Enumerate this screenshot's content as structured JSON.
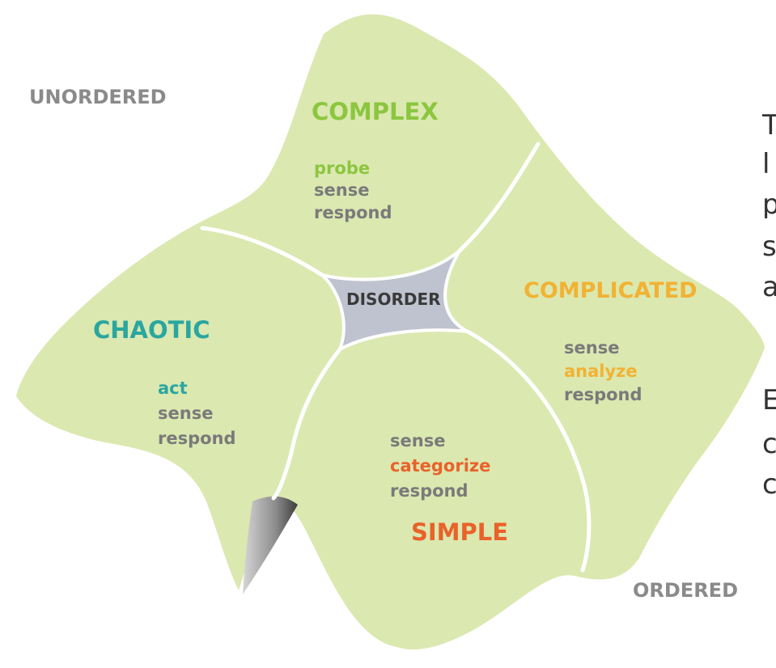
{
  "diagram": {
    "region_labels": {
      "unordered": "UNORDERED",
      "ordered": "ORDERED"
    },
    "domains": {
      "complex": {
        "title": "COMPLEX",
        "steps": [
          "probe",
          "sense",
          "respond"
        ]
      },
      "complicated": {
        "title": "COMPLICATED",
        "steps": [
          "sense",
          "analyze",
          "respond"
        ]
      },
      "chaotic": {
        "title": "CHAOTIC",
        "steps": [
          "act",
          "sense",
          "respond"
        ]
      },
      "simple": {
        "title": "SIMPLE",
        "steps": [
          "sense",
          "categorize",
          "respond"
        ]
      },
      "disorder": {
        "title": "DISORDER"
      }
    }
  },
  "side_text_fragments": [
    "T",
    "l",
    "p",
    "s",
    "a",
    "E",
    "c",
    "c"
  ],
  "colors": {
    "land": "#dbe8b0",
    "border": "#ffffff",
    "disorder_fill": "#bfc3cf",
    "complex": "#8cc63f",
    "complicated": "#f2b233",
    "chaotic": "#2aa6a0",
    "simple": "#e9622a",
    "neutral": "#7a7a7a",
    "region_label": "#8a8a8a"
  }
}
